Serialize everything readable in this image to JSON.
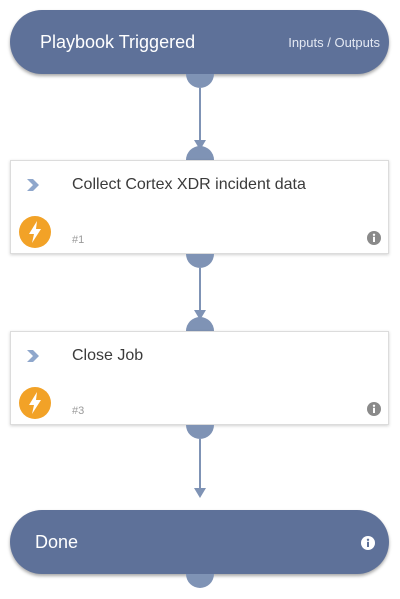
{
  "start": {
    "title": "Playbook Triggered",
    "io_link": "Inputs / Outputs"
  },
  "tasks": [
    {
      "title": "Collect Cortex XDR incident data",
      "number": "#1"
    },
    {
      "title": "Close Job",
      "number": "#3"
    }
  ],
  "end": {
    "title": "Done"
  },
  "icons": {
    "chevron": "chevron-right-icon",
    "bolt": "lightning-bolt-icon",
    "info": "info-icon"
  },
  "colors": {
    "node": "#5e7199",
    "port": "#7f93b5",
    "connector": "#7f93b5",
    "bolt_badge": "#f2a227"
  }
}
